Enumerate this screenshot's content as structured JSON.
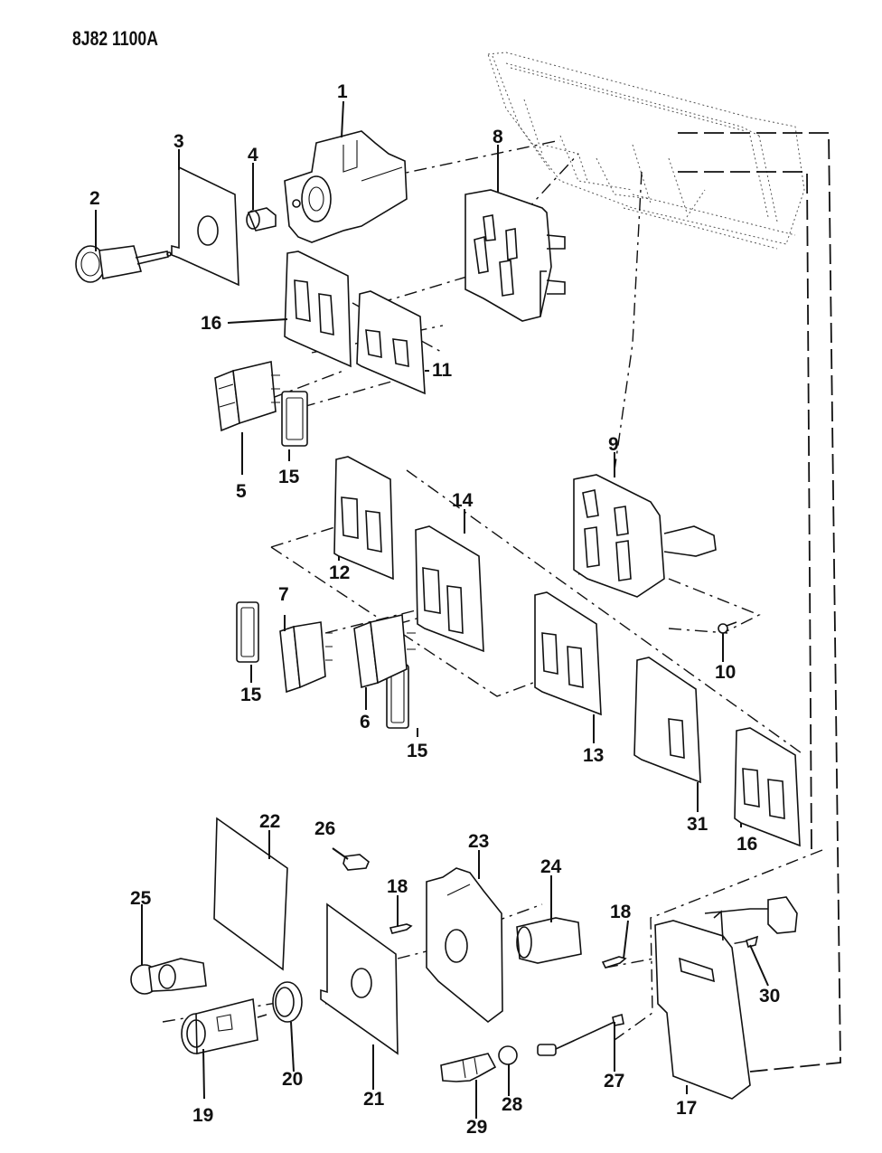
{
  "header": {
    "document_code": "8J82 1100A"
  },
  "diagram": {
    "title": "Instrument panel switches and cigar lighter exploded view",
    "callouts": {
      "p1": "1",
      "p2": "2",
      "p3": "3",
      "p4": "4",
      "p5": "5",
      "p6": "6",
      "p7": "7",
      "p8": "8",
      "p9": "9",
      "p10": "10",
      "p11": "11",
      "p12": "12",
      "p13": "13",
      "p14": "14",
      "p15a": "15",
      "p15b": "15",
      "p15c": "15",
      "p16a": "16",
      "p16b": "16",
      "p17": "17",
      "p18a": "18",
      "p18b": "18",
      "p19": "19",
      "p20": "20",
      "p21": "21",
      "p22": "22",
      "p23": "23",
      "p24": "24",
      "p25": "25",
      "p26": "26",
      "p27": "27",
      "p28": "28",
      "p29": "29",
      "p30": "30",
      "p31": "31"
    }
  }
}
